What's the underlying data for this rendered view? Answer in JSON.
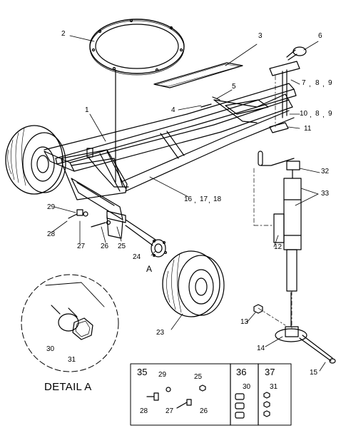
{
  "detail_title": "DETAIL A",
  "callouts": {
    "c1": "1",
    "c2": "2",
    "c3": "3",
    "c4": "4",
    "c5": "5",
    "c6": "6",
    "c7": "7",
    "c8": "8",
    "c9": "9",
    "c10": "10",
    "c11": "11",
    "c12": "12",
    "c13": "13",
    "c14": "14",
    "c15": "15",
    "c16": "16",
    "c17": "17",
    "c18": "18",
    "c23": "23",
    "c24": "24",
    "c25": "25",
    "c26": "26",
    "c27": "27",
    "c28": "28",
    "c29": "29",
    "c30": "30",
    "c31": "31",
    "c32": "32",
    "c33": "33",
    "cA": "A"
  },
  "detail_callouts": {
    "d30": "30",
    "d31": "31"
  },
  "kits": {
    "k35": {
      "title": "35",
      "p29": "29",
      "p25": "25",
      "p28": "28",
      "p27": "27",
      "p26": "26"
    },
    "k36": {
      "title": "36",
      "p30": "30"
    },
    "k37": {
      "title": "37",
      "p31": "31"
    }
  },
  "separators": {
    "comma": ","
  },
  "colors": {
    "line": "#000000",
    "background": "#ffffff"
  }
}
